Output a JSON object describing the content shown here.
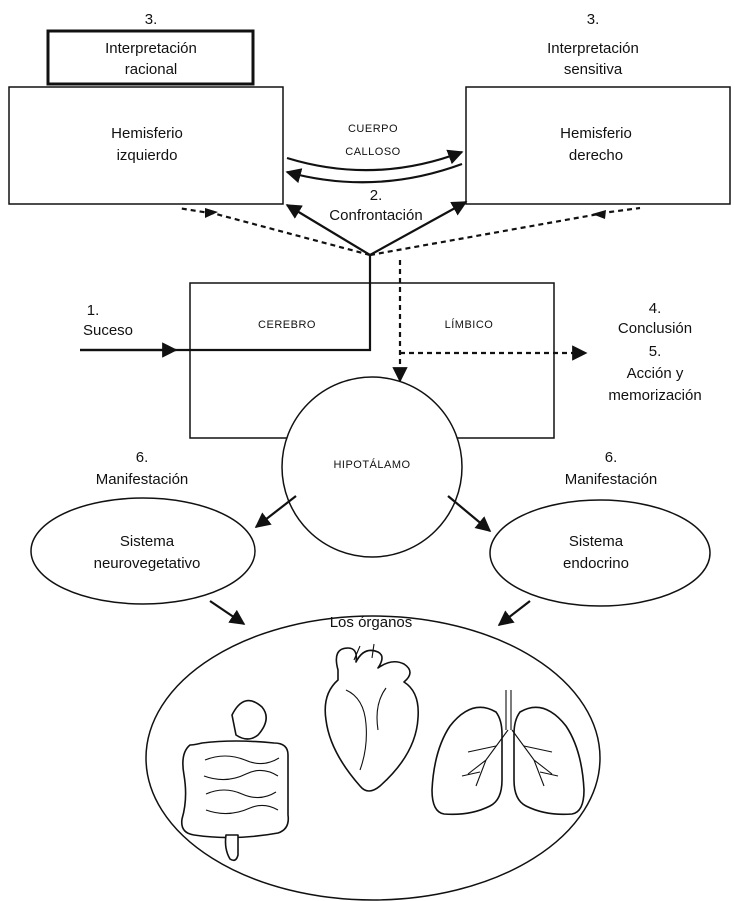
{
  "left_interpretation": {
    "number": "3.",
    "line1": "Interpretación",
    "line2": "racional"
  },
  "right_interpretation": {
    "number": "3.",
    "line1": "Interpretación",
    "line2": "sensitiva"
  },
  "left_hemisphere": {
    "line1": "Hemisferio",
    "line2": "izquierdo"
  },
  "right_hemisphere": {
    "line1": "Hemisferio",
    "line2": "derecho"
  },
  "corpus_callosum": {
    "line1": "CUERPO",
    "line2": "CALLOSO"
  },
  "confrontation": {
    "number": "2.",
    "label": "Confrontación"
  },
  "event": {
    "number": "1.",
    "label": "Suceso"
  },
  "limbic_brain": {
    "left": "CEREBRO",
    "right": "LÍMBICO"
  },
  "conclusion": {
    "number": "4.",
    "label": "Conclusión"
  },
  "action": {
    "number": "5.",
    "line1": "Acción y",
    "line2": "memorización"
  },
  "hypothalamus": {
    "label": "HIPOTÁLAMO"
  },
  "left_manifestation": {
    "number": "6.",
    "label": "Manifestación"
  },
  "right_manifestation": {
    "number": "6.",
    "label": "Manifestación"
  },
  "neurovegetative": {
    "line1": "Sistema",
    "line2": "neurovegetativo"
  },
  "endocrine": {
    "line1": "Sistema",
    "line2": "endocrino"
  },
  "organs": {
    "label": "Los órganos",
    "items": [
      "intestines",
      "heart",
      "lungs"
    ]
  }
}
